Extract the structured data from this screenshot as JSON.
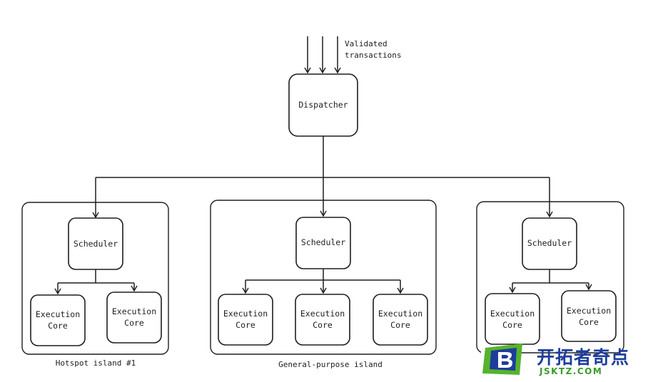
{
  "input": {
    "label_lines": [
      "Validated",
      "transactions"
    ]
  },
  "dispatcher": {
    "label": "Dispatcher"
  },
  "islands": [
    {
      "label": "Hotspot island #1",
      "scheduler": "Scheduler",
      "cores": [
        [
          "Execution",
          "Core"
        ],
        [
          "Execution",
          "Core"
        ]
      ]
    },
    {
      "label": "General-purpose island",
      "scheduler": "Scheduler",
      "cores": [
        [
          "Execution",
          "Core"
        ],
        [
          "Execution",
          "Core"
        ],
        [
          "Execution",
          "Core"
        ]
      ]
    },
    {
      "label": "",
      "scheduler": "Scheduler",
      "cores": [
        [
          "Execution",
          "Core"
        ],
        [
          "Execution",
          "Core"
        ]
      ]
    }
  ],
  "watermark": {
    "title": "开拓者奇点",
    "url": "JSKTZ.COM",
    "colors": {
      "blue": "#1d3d9c",
      "green": "#3a9a2a"
    }
  }
}
